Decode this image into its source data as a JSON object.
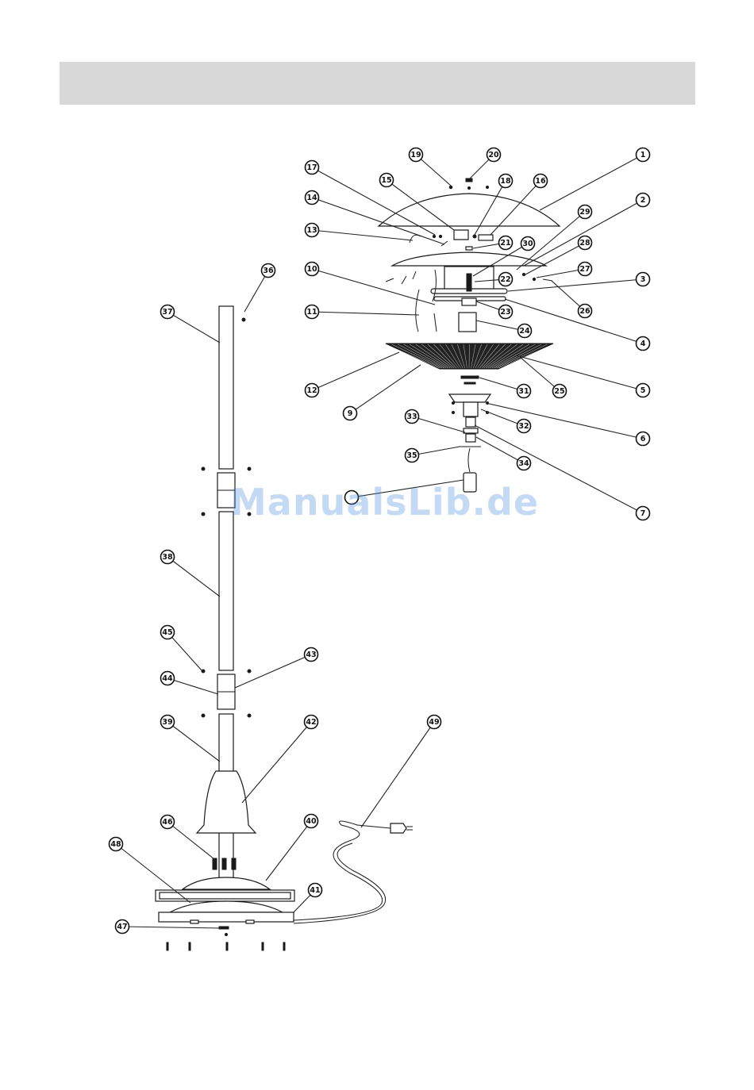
{
  "header": {
    "title": ""
  },
  "watermark": {
    "text": "ManualsLib.de",
    "color": "#4a8fe0"
  },
  "callouts": [
    {
      "label": "1"
    },
    {
      "label": "2"
    },
    {
      "label": "3"
    },
    {
      "label": "4"
    },
    {
      "label": "5"
    },
    {
      "label": "6"
    },
    {
      "label": "7"
    },
    {
      "label": ""
    },
    {
      "label": "9"
    },
    {
      "label": "10"
    },
    {
      "label": "11"
    },
    {
      "label": "12"
    },
    {
      "label": "13"
    },
    {
      "label": "14"
    },
    {
      "label": "15"
    },
    {
      "label": "16"
    },
    {
      "label": "17"
    },
    {
      "label": "18"
    },
    {
      "label": "19"
    },
    {
      "label": "20"
    },
    {
      "label": "21"
    },
    {
      "label": "22"
    },
    {
      "label": "23"
    },
    {
      "label": "24"
    },
    {
      "label": "25"
    },
    {
      "label": "26"
    },
    {
      "label": "27"
    },
    {
      "label": "28"
    },
    {
      "label": "29"
    },
    {
      "label": "30"
    },
    {
      "label": "31"
    },
    {
      "label": "32"
    },
    {
      "label": "33"
    },
    {
      "label": "34"
    },
    {
      "label": "35"
    },
    {
      "label": "36"
    },
    {
      "label": "37"
    },
    {
      "label": "38"
    },
    {
      "label": "39"
    },
    {
      "label": "40"
    },
    {
      "label": "41"
    },
    {
      "label": "42"
    },
    {
      "label": "43"
    },
    {
      "label": "44"
    },
    {
      "label": "45"
    },
    {
      "label": "46"
    },
    {
      "label": "47"
    },
    {
      "label": "48"
    },
    {
      "label": "49"
    }
  ]
}
